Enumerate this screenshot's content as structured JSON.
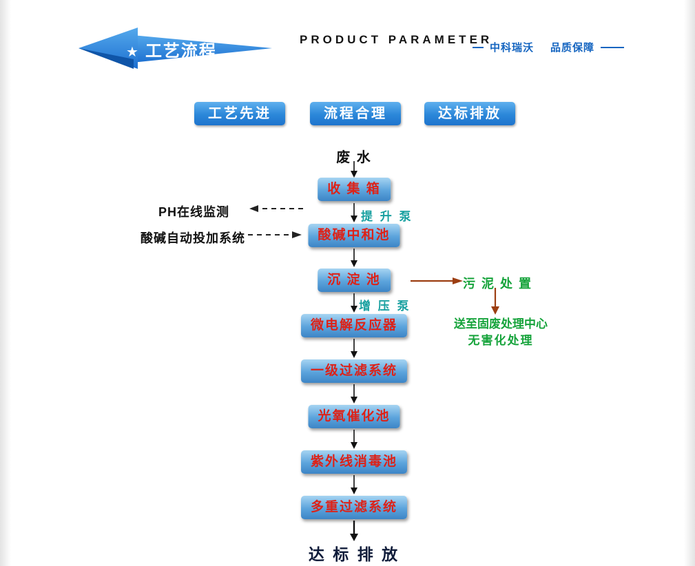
{
  "header": {
    "banner": {
      "star": "★",
      "label": "工艺流程"
    },
    "title": "PRODUCT PARAMETER",
    "brand_left": "中科瑞沃",
    "brand_right": "品质保障"
  },
  "badges": [
    {
      "label": "工艺先进"
    },
    {
      "label": "流程合理"
    },
    {
      "label": "达标排放"
    }
  ],
  "flow": {
    "source": "废 水",
    "steps": [
      {
        "label": "收 集 箱"
      },
      {
        "label": "酸碱中和池"
      },
      {
        "label": "沉 淀 池"
      },
      {
        "label": "微电解反应器"
      },
      {
        "label": "一级过滤系统"
      },
      {
        "label": "光氧催化池"
      },
      {
        "label": "紫外线消毒池"
      },
      {
        "label": "多重过滤系统"
      }
    ],
    "pumps": {
      "lift": "提 升 泵",
      "booster": "增 压 泵"
    },
    "monitoring": {
      "ph": "PH在线监测",
      "dosing": "酸碱自动投加系统"
    },
    "sludge": {
      "disposal": "污 泥 处 置",
      "dest_line1": "送至固废处理中心",
      "dest_line2": "无害化处理"
    },
    "outcome": "达 标 排 放"
  },
  "colors": {
    "banner_blue": "#2b7fd6",
    "badge_blue": "#2180d8",
    "box_text_red": "#dd2218",
    "pump_teal": "#18a0a0",
    "green": "#16a33b",
    "brown_arrow": "#9c3e12",
    "brand_blue": "#1565c0"
  }
}
